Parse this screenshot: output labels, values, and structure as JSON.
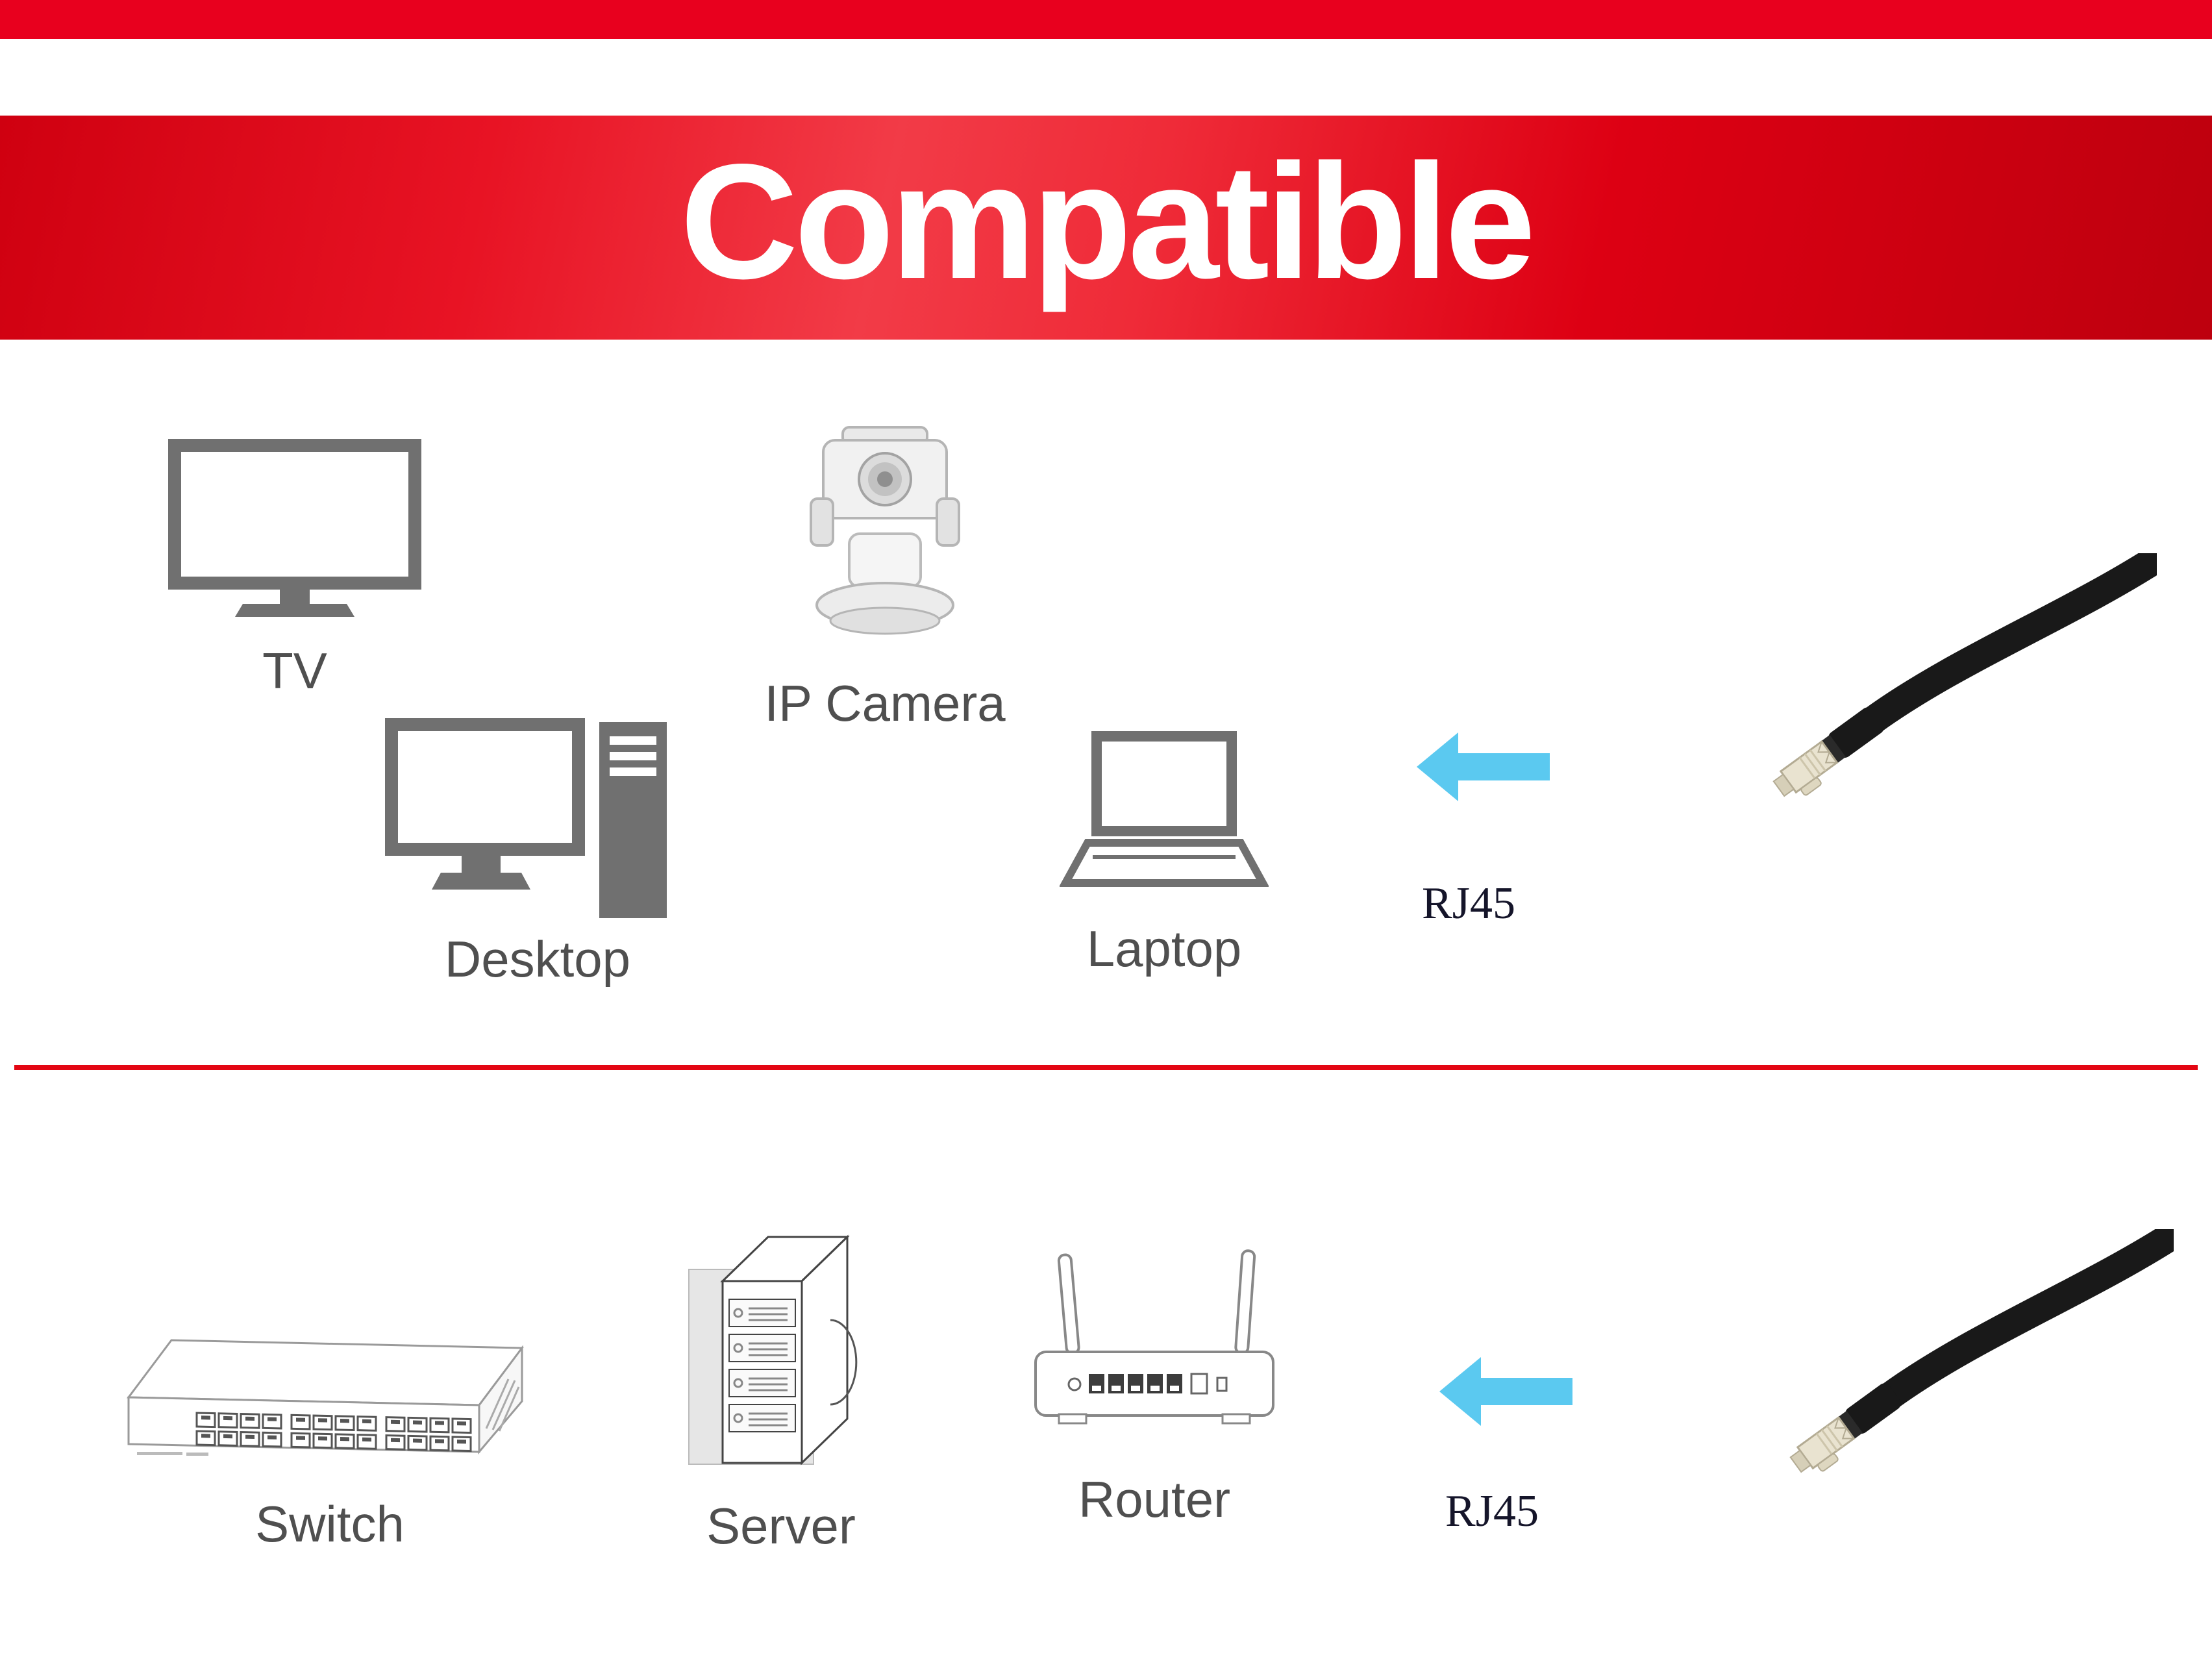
{
  "header": {
    "banner_title": "Compatible"
  },
  "top_section": {
    "devices": [
      {
        "icon": "tv-icon",
        "label": "TV"
      },
      {
        "icon": "ip-camera-icon",
        "label": "IP Camera"
      },
      {
        "icon": "desktop-icon",
        "label": "Desktop"
      },
      {
        "icon": "laptop-icon",
        "label": "Laptop"
      }
    ],
    "arrow_icon": "left-arrow-icon",
    "connector_label": "RJ45",
    "cable_icon": "rj45-cable-icon"
  },
  "bottom_section": {
    "devices": [
      {
        "icon": "switch-icon",
        "label": "Switch"
      },
      {
        "icon": "server-icon",
        "label": "Server"
      },
      {
        "icon": "router-icon",
        "label": "Router"
      }
    ],
    "arrow_icon": "left-arrow-icon",
    "connector_label": "RJ45",
    "cable_icon": "rj45-cable-icon"
  },
  "colors": {
    "top_bar_red": "#e8001e",
    "banner_red": "#e2001a",
    "divider_red": "#e30613",
    "arrow_blue": "#5bc9f0",
    "icon_gray": "#707070",
    "label_gray": "#4f4f4f",
    "cable_black": "#191919",
    "connector_metal": "#e9e3d0"
  }
}
